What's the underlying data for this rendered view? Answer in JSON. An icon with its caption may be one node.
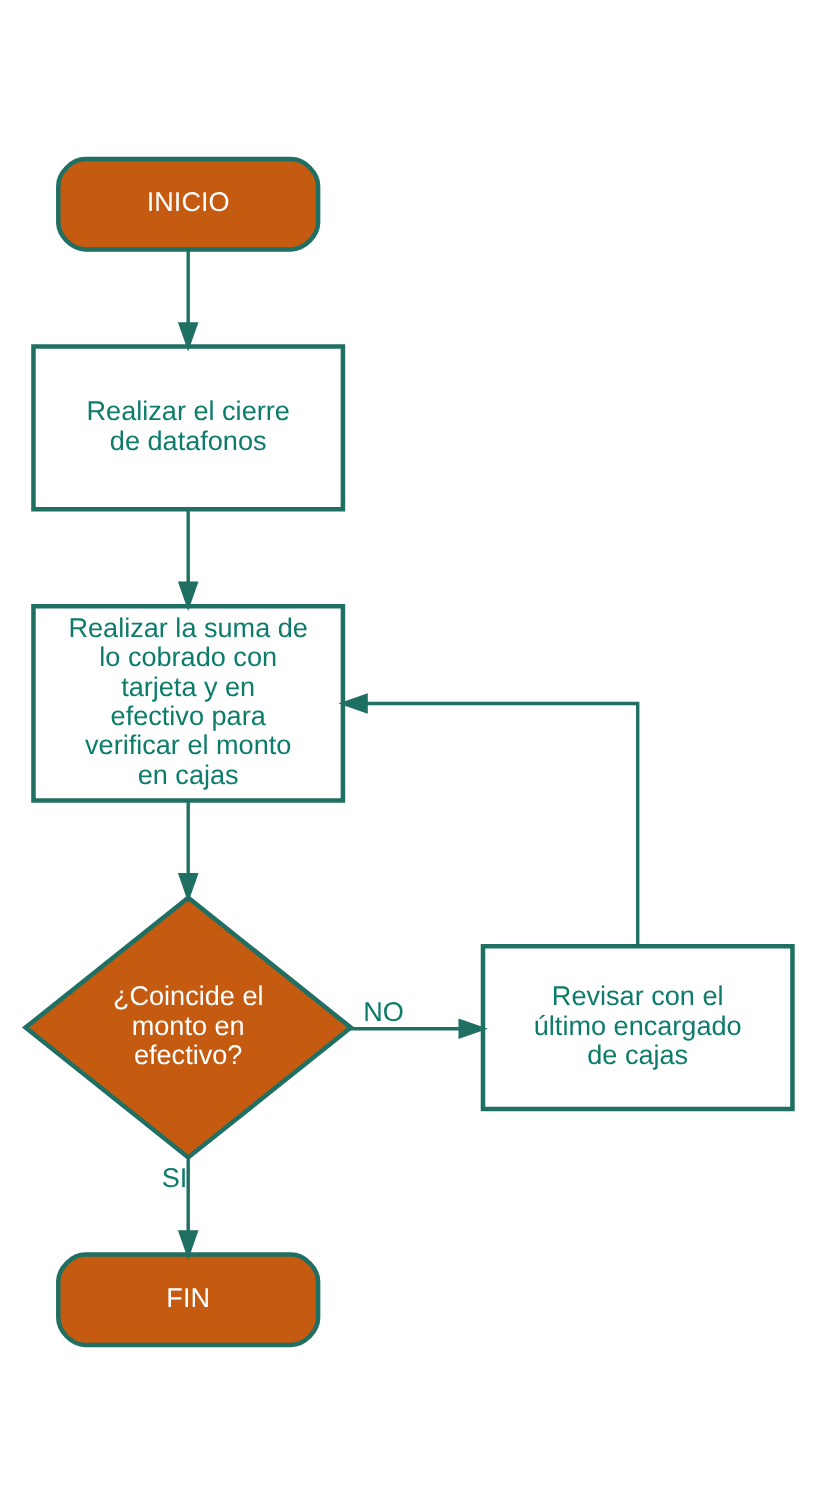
{
  "diagram": {
    "nodes": [
      {
        "text": [
          "INICIO"
        ]
      },
      {
        "text": [
          "Realizar el cierre de datafonos"
        ]
      },
      {
        "text": [
          "Realizar la suma de lo cobrado con tarjeta y en efectivo para verificar el monto en cajas"
        ]
      },
      {
        "text": [
          "¿Coincide el monto en efectivo?"
        ]
      },
      {
        "text": [
          "Revisar con el último encargado de cajas"
        ]
      },
      {
        "text": [
          "FIN"
        ]
      }
    ],
    "edges": [
      {
        "from": 0,
        "to": 1,
        "arrow": "to"
      },
      {
        "from": 1,
        "to": 2,
        "arrow": "to"
      },
      {
        "from": 2,
        "to": 3,
        "arrow": "to"
      },
      {
        "from": 3,
        "to": 4,
        "arrow": "to",
        "label": "NO"
      },
      {
        "from": 4,
        "to": 2,
        "arrow": "to"
      },
      {
        "from": 3,
        "to": 5,
        "arrow": "to",
        "label": "SI"
      }
    ]
  }
}
